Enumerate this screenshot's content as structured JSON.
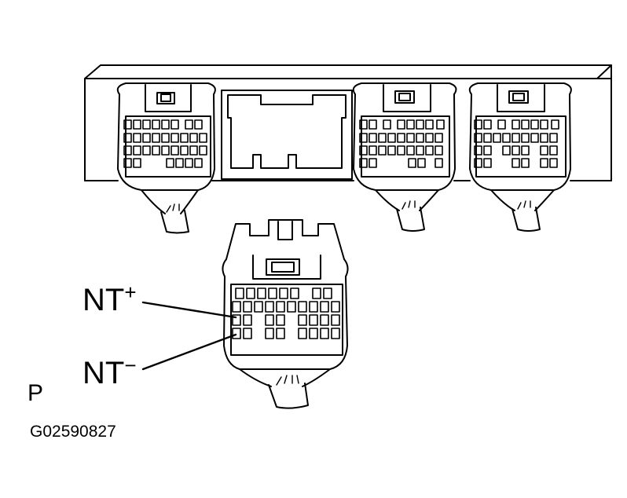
{
  "labels": {
    "nt_plus_base": "NT",
    "nt_plus_sign": "+",
    "nt_minus_base": "NT",
    "nt_minus_sign": "−",
    "view_letter": "P",
    "figure_id": "G02590827"
  },
  "colors": {
    "line": "#000000",
    "paper": "#ffffff"
  }
}
